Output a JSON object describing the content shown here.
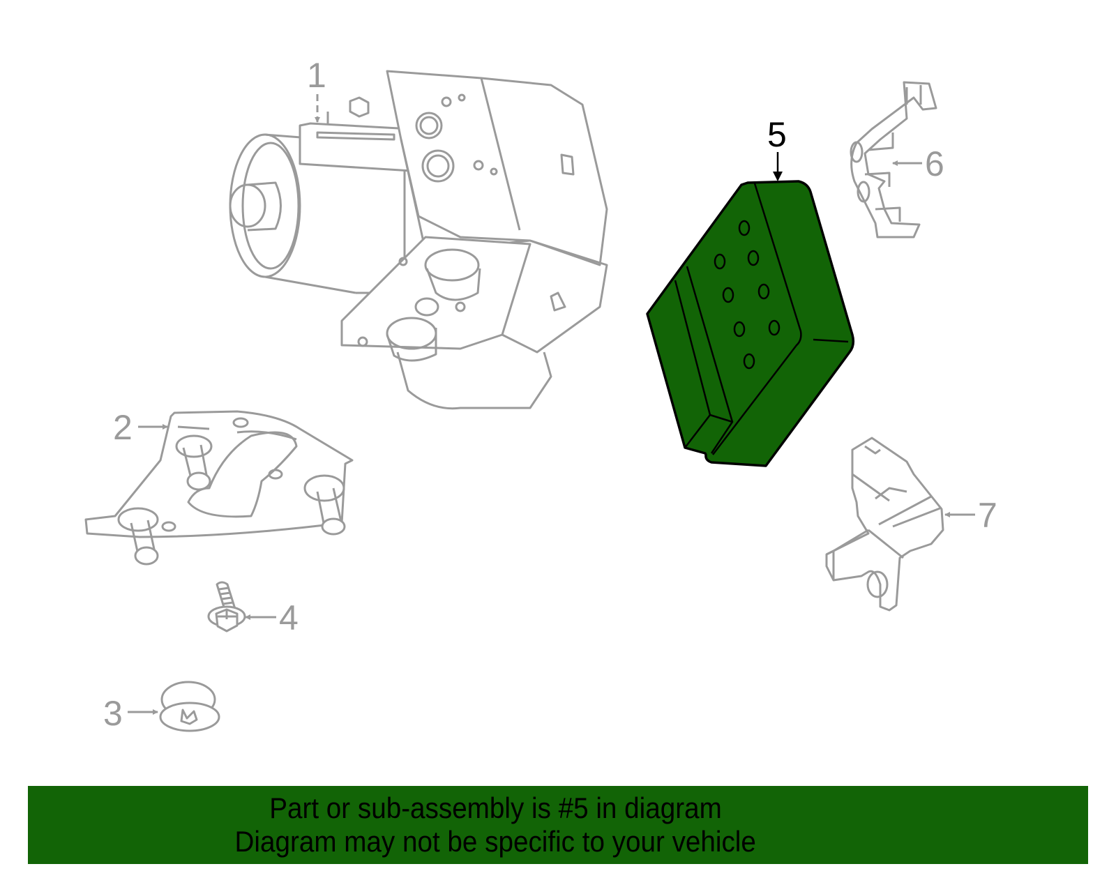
{
  "diagram": {
    "title": "ABS Module Assembly Parts Diagram",
    "highlighted_part": "5",
    "highlight_color": "#126406",
    "line_color": "#9a9a9a",
    "callouts": [
      {
        "number": "1",
        "part": "abs-hydraulic-unit-with-pump-motor"
      },
      {
        "number": "2",
        "part": "mounting-bracket-with-studs"
      },
      {
        "number": "3",
        "part": "grommet-insulator"
      },
      {
        "number": "4",
        "part": "flange-bolt"
      },
      {
        "number": "5",
        "part": "abs-control-module",
        "highlighted": true
      },
      {
        "number": "6",
        "part": "wiring-clip"
      },
      {
        "number": "7",
        "part": "wheel-speed-sensor"
      }
    ]
  },
  "banner": {
    "line1": "Part or sub-assembly is #5 in diagram",
    "line2": "Diagram may not be specific to your vehicle",
    "background": "#126406"
  }
}
